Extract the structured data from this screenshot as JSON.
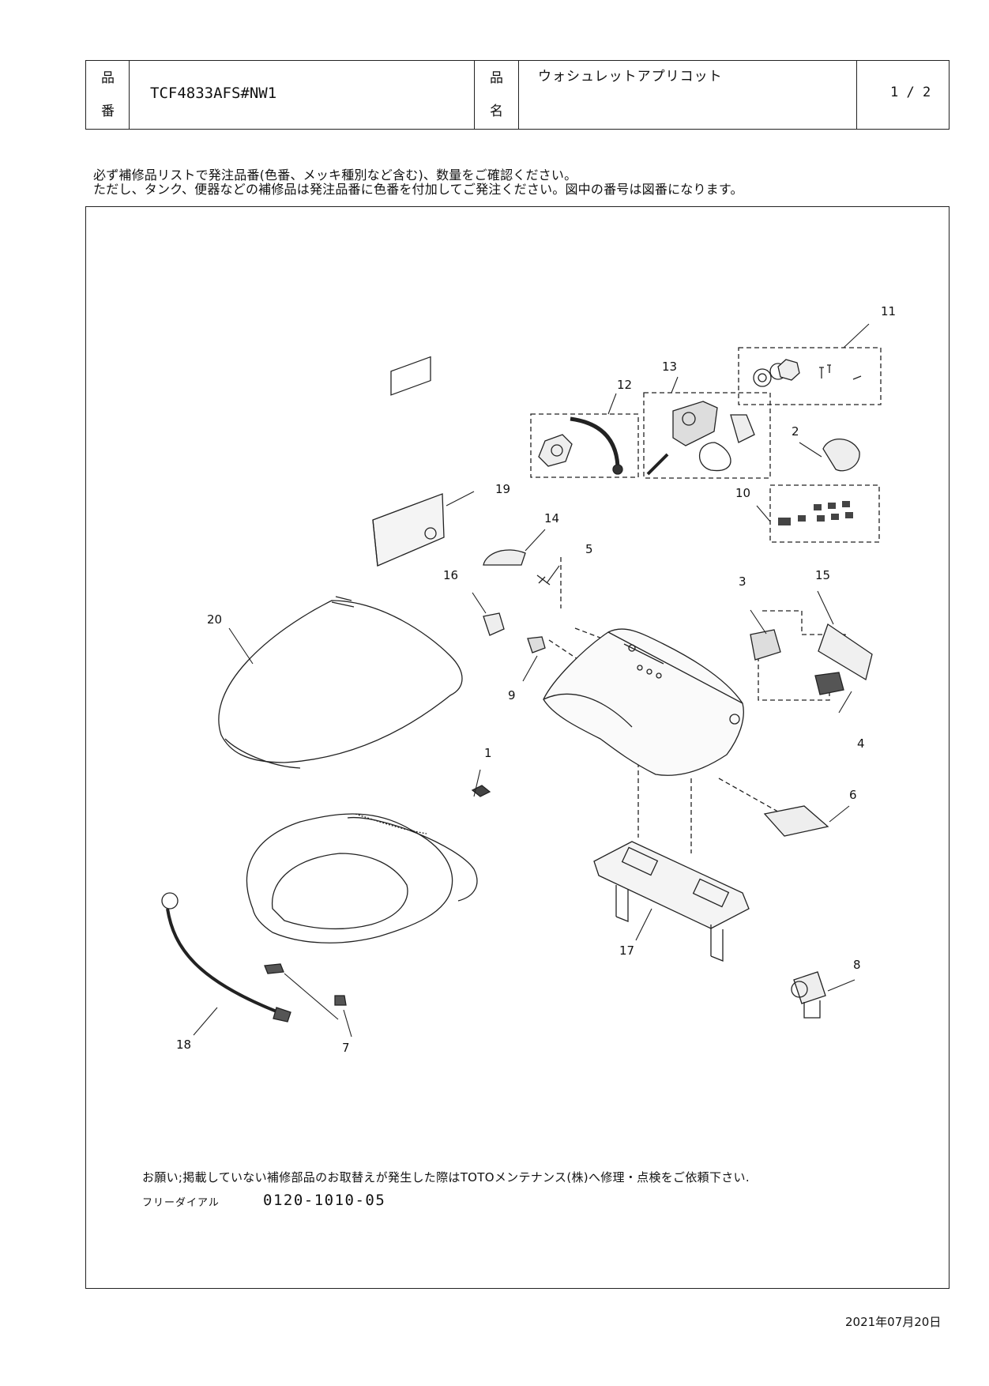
{
  "header": {
    "part_no_label_1": "品",
    "part_no_label_2": "番",
    "part_no": "TCF4833AFS#NW1",
    "name_label_1": "品",
    "name_label_2": "名",
    "product_name": "ウォシュレットアプリコット",
    "page": "1 / 2"
  },
  "notes": {
    "line1": "必ず補修品リストで発注品番(色番、メッキ種別など含む)、数量をご確認ください。",
    "line2": "ただし、タンク、便器などの補修品は発注品番に色番を付加してご発注ください。図中の番号は図番になります。"
  },
  "diagram": {
    "labels": [
      "1",
      "2",
      "3",
      "4",
      "5",
      "6",
      "7",
      "8",
      "9",
      "10",
      "11",
      "12",
      "13",
      "14",
      "15",
      "16",
      "17",
      "18",
      "19",
      "20"
    ]
  },
  "footer": {
    "request": "お願い;掲載していない補修部品のお取替えが発生した際はTOTOメンテナンス(株)へ修理・点検をご依頼下さい.",
    "freedial_label": "フリーダイアル",
    "freedial_number": "0120-1010-05",
    "date": "2021年07月20日"
  }
}
